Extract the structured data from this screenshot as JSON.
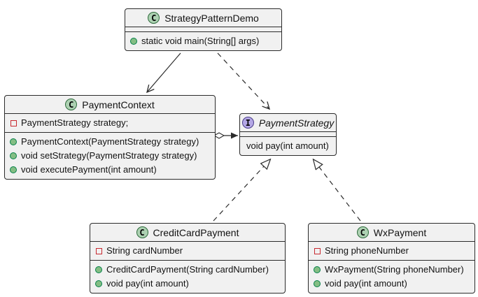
{
  "diagram_type": "uml-class-diagram",
  "colors": {
    "box_fill": "#F1F1F1",
    "line": "#2b2b2b",
    "class_spot_fill": "#ADD1B2",
    "interface_spot_fill": "#B4A7E5",
    "private_field_icon": "#C82930",
    "public_method_fill": "#84BE84",
    "public_method_border": "#038048"
  },
  "classes": [
    {
      "name": "StrategyPatternDemo",
      "kind": "class",
      "spot": "C",
      "fields": [],
      "methods": [
        {
          "visibility": "public",
          "text": "static void main(String[] args)"
        }
      ]
    },
    {
      "name": "PaymentContext",
      "kind": "class",
      "spot": "C",
      "fields": [
        {
          "visibility": "private",
          "text": "PaymentStrategy strategy;"
        }
      ],
      "methods": [
        {
          "visibility": "public",
          "text": "PaymentContext(PaymentStrategy strategy)"
        },
        {
          "visibility": "public",
          "text": "void setStrategy(PaymentStrategy strategy)"
        },
        {
          "visibility": "public",
          "text": "void executePayment(int amount)"
        }
      ]
    },
    {
      "name": "PaymentStrategy",
      "kind": "interface",
      "spot": "I",
      "fields": [],
      "methods": [
        {
          "visibility": "none",
          "text": "void pay(int amount)"
        }
      ]
    },
    {
      "name": "CreditCardPayment",
      "kind": "class",
      "spot": "C",
      "fields": [
        {
          "visibility": "private",
          "text": "String cardNumber"
        }
      ],
      "methods": [
        {
          "visibility": "public",
          "text": "CreditCardPayment(String cardNumber)"
        },
        {
          "visibility": "public",
          "text": "void pay(int amount)"
        }
      ]
    },
    {
      "name": "WxPayment",
      "kind": "class",
      "spot": "C",
      "fields": [
        {
          "visibility": "private",
          "text": "String phoneNumber"
        }
      ],
      "methods": [
        {
          "visibility": "public",
          "text": "WxPayment(String phoneNumber)"
        },
        {
          "visibility": "public",
          "text": "void pay(int amount)"
        }
      ]
    }
  ],
  "relations": [
    {
      "from": "StrategyPatternDemo",
      "to": "PaymentContext",
      "type": "association",
      "style": "solid",
      "head": "open-arrow"
    },
    {
      "from": "StrategyPatternDemo",
      "to": "PaymentStrategy",
      "type": "dependency",
      "style": "dashed",
      "head": "open-arrow"
    },
    {
      "from": "PaymentContext",
      "to": "PaymentStrategy",
      "type": "aggregation",
      "style": "solid",
      "tail": "hollow-diamond",
      "head": "filled-arrow"
    },
    {
      "from": "CreditCardPayment",
      "to": "PaymentStrategy",
      "type": "realization",
      "style": "dashed",
      "head": "hollow-triangle"
    },
    {
      "from": "WxPayment",
      "to": "PaymentStrategy",
      "type": "realization",
      "style": "dashed",
      "head": "hollow-triangle"
    }
  ]
}
